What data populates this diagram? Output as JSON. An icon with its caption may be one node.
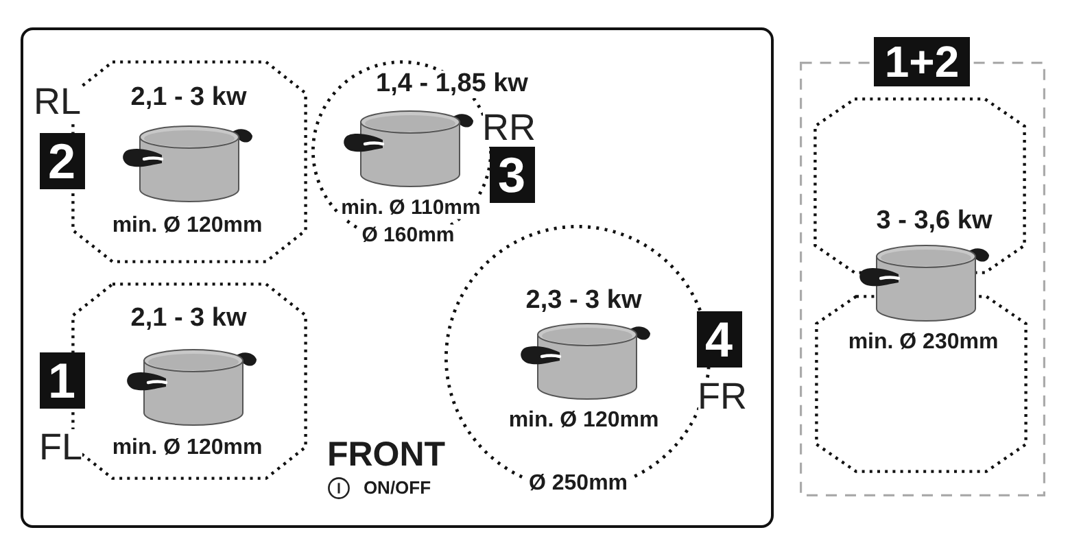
{
  "diagram": {
    "nodes": [
      {
        "text": [
          "FRONT",
          "ON/OFF"
        ]
      },
      {
        "text": [
          "2,1 - 3 kw",
          "min. Ø 120mm"
        ],
        "in": 0,
        "beside": [
          "RL",
          "2"
        ]
      },
      {
        "text": [
          "1,4 - 1,85 kw",
          "min. Ø 110mm",
          "Ø 160mm"
        ],
        "in": 0,
        "beside": [
          "RR",
          "3"
        ]
      },
      {
        "text": [
          "2,1 - 3 kw",
          "min. Ø 120mm"
        ],
        "in": 0,
        "beside": [
          "1",
          "FL"
        ]
      },
      {
        "text": [
          "2,3 - 3 kw",
          "min. Ø 120mm",
          "Ø 250mm"
        ],
        "in": 0,
        "beside": [
          "4",
          "FR"
        ]
      },
      {
        "text": [
          "1+2"
        ]
      },
      {
        "text": [
          "3 - 3,6 kw"
        ],
        "in": 5
      },
      {
        "text": [
          "min. Ø 230mm"
        ],
        "in": 5
      }
    ]
  }
}
